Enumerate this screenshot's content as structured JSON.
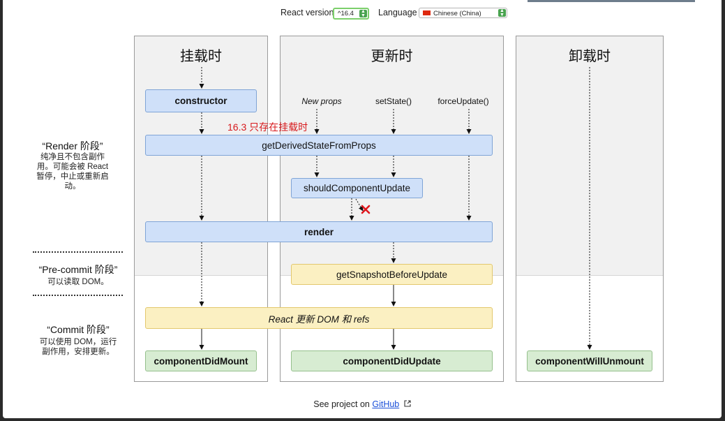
{
  "controls": {
    "version_label": "React version",
    "version_value": "^16.4",
    "language_label": "Language",
    "language_value": "Chinese (China)"
  },
  "columns": {
    "mounting": "挂载时",
    "updating": "更新时",
    "unmounting": "卸载时"
  },
  "phases": {
    "render_title": "“Render 阶段”",
    "render_desc": [
      "纯净且不包含副作",
      "用。可能会被 React",
      "暂停，中止或重新启",
      "动。"
    ],
    "precommit_title": "“Pre-commit 阶段”",
    "precommit_desc": [
      "可以读取 DOM。"
    ],
    "commit_title": "“Commit 阶段”",
    "commit_desc": [
      "可以使用 DOM，运行",
      "副作用，安排更新。"
    ]
  },
  "triggers": {
    "new_props": "New props",
    "set_state": "setState()",
    "force_update": "forceUpdate()"
  },
  "methods": {
    "constructor": "constructor",
    "get_derived": "getDerivedStateFromProps",
    "should_update": "shouldComponentUpdate",
    "render": "render",
    "get_snapshot": "getSnapshotBeforeUpdate",
    "react_updates": "React 更新 DOM 和 refs",
    "did_mount": "componentDidMount",
    "did_update": "componentDidUpdate",
    "will_unmount": "componentWillUnmount"
  },
  "note": "16.3 只存在挂载时",
  "footer": {
    "text": "See project on",
    "link": "GitHub",
    "link_icon": "external-link-icon"
  },
  "colors": {
    "blue": "#cfe0f9",
    "yellow": "#fbf0c2",
    "green": "#d7ecd2",
    "note_red": "#d7191c"
  }
}
